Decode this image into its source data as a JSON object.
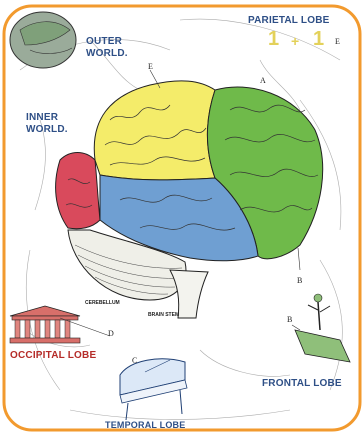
{
  "labels": {
    "outer_world_1": "OUTER",
    "outer_world_2": "WORLD.",
    "inner_world_1": "INNER",
    "inner_world_2": "WORLD.",
    "parietal": "PARIETAL LOBE",
    "equation_1": "1",
    "equation_plus": "+",
    "equation_2": "1",
    "occipital": "OCCIPITAL LOBE",
    "temporal": "TEMPORAL LOBE",
    "frontal": "FRONTAL LOBE",
    "cerebellum": "CEREBELLUM",
    "brain_stem": "BRAIN STEM",
    "marker_e_top": "E",
    "marker_a": "A",
    "marker_e_right": "E",
    "marker_b": "B",
    "marker_d": "D",
    "marker_c": "C",
    "marker_b2": "B"
  },
  "colors": {
    "frame": "#f29a2e",
    "red_lobe": "#d94a5c",
    "yellow_lobe": "#f4ec6a",
    "green_lobe": "#6fba4a",
    "blue_lobe": "#6f9fd2",
    "label_blue": "#2e4f86",
    "label_red": "#b52b28"
  }
}
